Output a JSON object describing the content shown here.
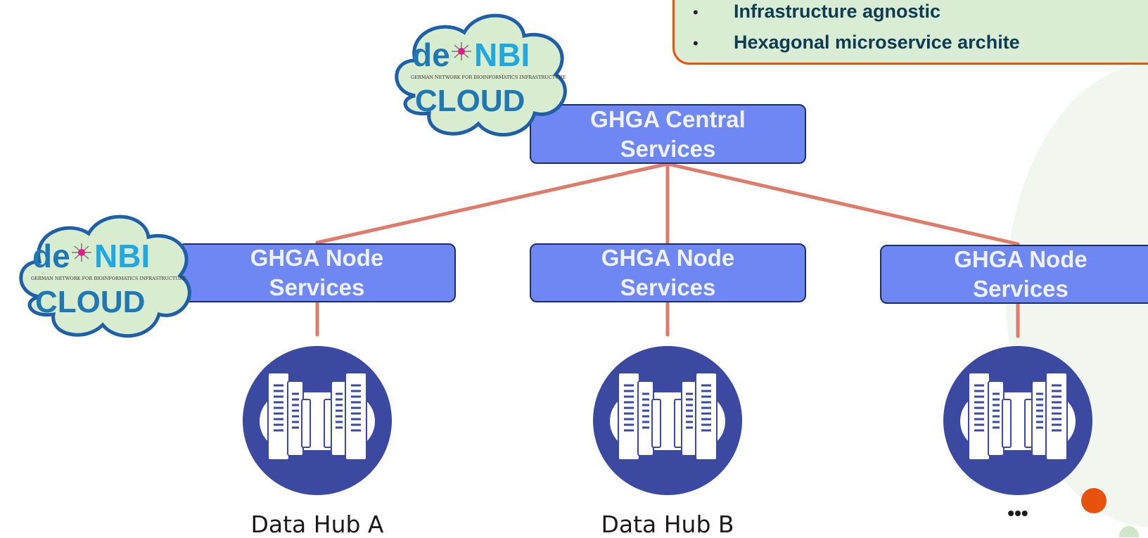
{
  "callout": {
    "items": [
      "Infrastructure agnostic",
      "Hexagonal microservice archite"
    ],
    "bullet": "•"
  },
  "central": {
    "line1": "GHGA Central",
    "line2": "Services"
  },
  "nodes": [
    {
      "line1": "GHGA Node",
      "line2": "Services"
    },
    {
      "line1": "GHGA Node",
      "line2": "Services"
    },
    {
      "line1": "GHGA Node",
      "line2": "Services"
    }
  ],
  "hubs": [
    "Data Hub A",
    "Data Hub B",
    "•••"
  ],
  "logo": {
    "de": "de",
    "nbi": "NBI",
    "subtitle": "GERMAN NETWORK FOR BIOINFORMATICS INFRASTRUCTURE",
    "cloud": "CLOUD"
  },
  "colors": {
    "box_fill": "#6e87f3",
    "connector": "#e07a6a",
    "hub_circle": "#3b4aa0",
    "callout_border": "#e8520f",
    "callout_fill": "#d9ecd4",
    "cloud_fill": "#d8ecd0",
    "cloud_stroke": "#1f5fa8"
  },
  "icons": [
    "server-rack-icon",
    "denbi-cloud-logo"
  ]
}
